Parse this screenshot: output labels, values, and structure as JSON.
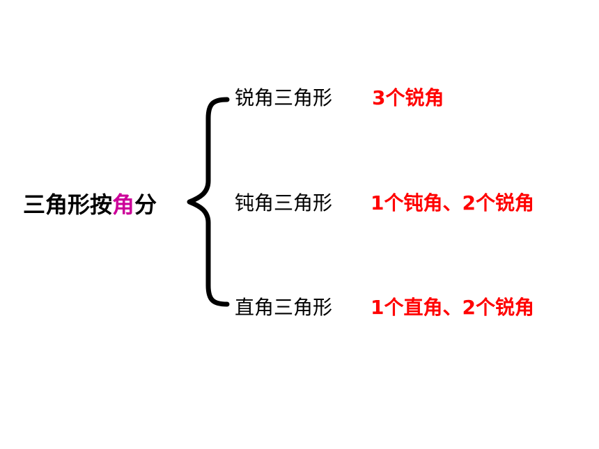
{
  "root": {
    "prefix": "三角形按",
    "highlight": "角",
    "suffix": "分",
    "highlight_color": "#cc0099"
  },
  "branches": [
    {
      "name": "锐角三角形",
      "desc": "3个锐角"
    },
    {
      "name": "钝角三角形",
      "desc": "1个钝角、2个锐角"
    },
    {
      "name": "直角三角形",
      "desc": "1个直角、2个锐角"
    }
  ],
  "colors": {
    "text": "#000000",
    "desc": "#ff0000",
    "brace": "#000000"
  }
}
